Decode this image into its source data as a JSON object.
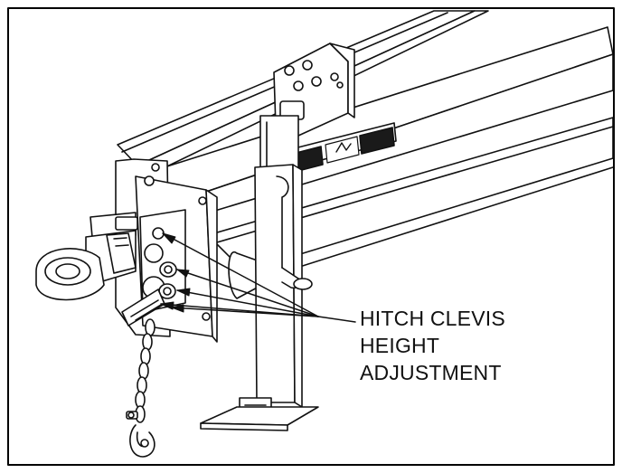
{
  "callout": {
    "lines": [
      "HITCH CLEVIS",
      "HEIGHT",
      "ADJUSTMENT"
    ]
  },
  "colors": {
    "line": "#111111",
    "paper": "#ffffff",
    "decal": "#1a1a1a",
    "frame": "#000000"
  }
}
